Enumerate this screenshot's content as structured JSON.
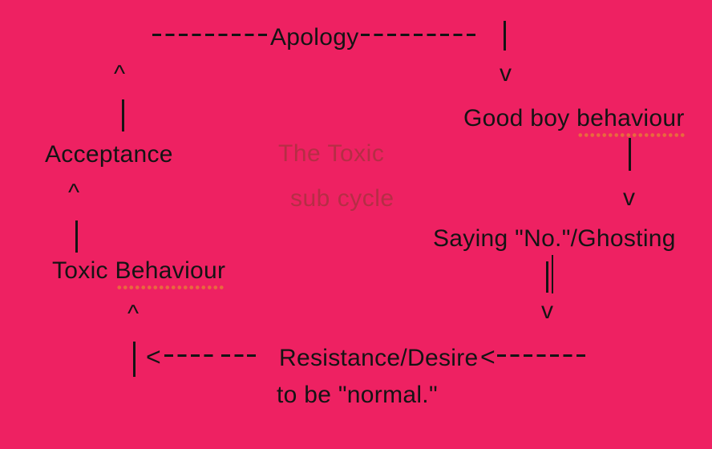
{
  "palette": {
    "background": "#EE2162",
    "ink": "#141414",
    "title_red": "#B52E45",
    "misspell_orange": "#E8693E"
  },
  "title": {
    "line1": "The Toxic",
    "line2": "sub cycle"
  },
  "nodes": {
    "apology": "Apology",
    "good_boy": {
      "prefix": "Good boy ",
      "misspelled": "behaviour"
    },
    "saying_no": "Saying \"No.\"/Ghosting",
    "resistance_line1": "Resistance/Desire",
    "resistance_line2": "to be \"normal.\"",
    "acceptance": "Acceptance",
    "toxic": {
      "prefix": "Toxic ",
      "misspelled": "Behaviour"
    }
  },
  "connectors": {
    "dashes_nine": "---------",
    "dashes_seven": "-------",
    "dashes_four": "----",
    "dashes_two": "--",
    "dash_one": "-",
    "chevron_left": "<",
    "caret_up": "^",
    "vee_down": "v",
    "pipe": "|",
    "double_pipe": "||"
  }
}
